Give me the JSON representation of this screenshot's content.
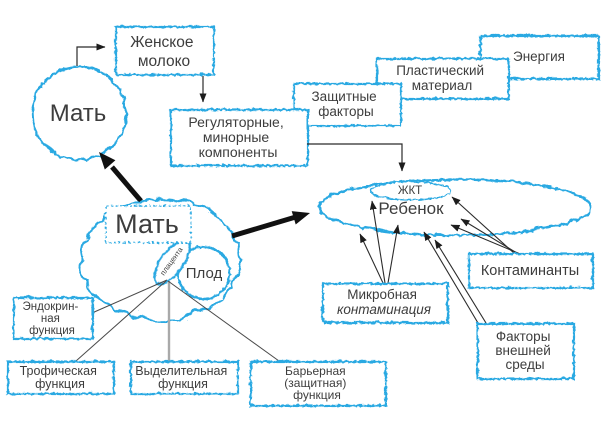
{
  "colors": {
    "accent_blue": "#29a9e2",
    "text": "#3d3d3d",
    "line_black": "#2b2b2b",
    "line_gray": "#a9a9a9"
  },
  "nodes": {
    "mother_circle": {
      "label": "Мать"
    },
    "human_milk": {
      "line1": "Женское",
      "line2": "молоко"
    },
    "regulatory": {
      "line1": "Регуляторные,",
      "line2": "минорные",
      "line3": "компоненты"
    },
    "protective_factors": {
      "line1": "Защитные",
      "line2": "факторы"
    },
    "plastic_material": {
      "line1": "Пластический",
      "line2": "материал"
    },
    "energy": {
      "label": "Энергия"
    },
    "mother_cloud": {
      "label": "Мать"
    },
    "placenta": {
      "label": "плацента"
    },
    "fetus": {
      "label": "Плод"
    },
    "git": {
      "label": "ЖКТ"
    },
    "child": {
      "label": "Ребенок"
    },
    "contaminants": {
      "label": "Контаминанты"
    },
    "microbial": {
      "line1": "Микробная",
      "line2": "контаминация"
    },
    "environment": {
      "line1": "Факторы",
      "line2": "внешней",
      "line3": "среды"
    },
    "endocrine": {
      "line1": "Эндокрин-",
      "line2": "ная",
      "line3": "функция"
    },
    "trophic": {
      "line1": "Трофическая",
      "line2": "функция"
    },
    "excretory": {
      "line1": "Выделительная",
      "line2": "функция"
    },
    "barrier": {
      "line1": "Барьерная",
      "line2": "(защитная)",
      "line3": "функция"
    }
  },
  "edges": [
    {
      "from": "mother_circle",
      "to": "human_milk",
      "type": "arrow"
    },
    {
      "from": "human_milk",
      "to": "regulatory",
      "type": "arrow"
    },
    {
      "from": "regulatory",
      "to": "child_oval",
      "type": "arrow"
    },
    {
      "from": "mother_cloud",
      "to": "mother_circle",
      "type": "thick-arrow"
    },
    {
      "from": "mother_cloud",
      "to": "child_oval",
      "type": "thick-arrow"
    },
    {
      "from": "placenta",
      "to": "endocrine",
      "type": "line"
    },
    {
      "from": "placenta",
      "to": "trophic",
      "type": "line"
    },
    {
      "from": "placenta",
      "to": "excretory",
      "type": "gray-line"
    },
    {
      "from": "placenta",
      "to": "barrier",
      "type": "line"
    },
    {
      "from": "microbial",
      "to": "child_oval",
      "type": "arrows-x3"
    },
    {
      "from": "contaminants",
      "to": "child_oval",
      "type": "arrows-x3"
    },
    {
      "from": "environment",
      "to": "child_oval",
      "type": "arrows-x2"
    }
  ]
}
